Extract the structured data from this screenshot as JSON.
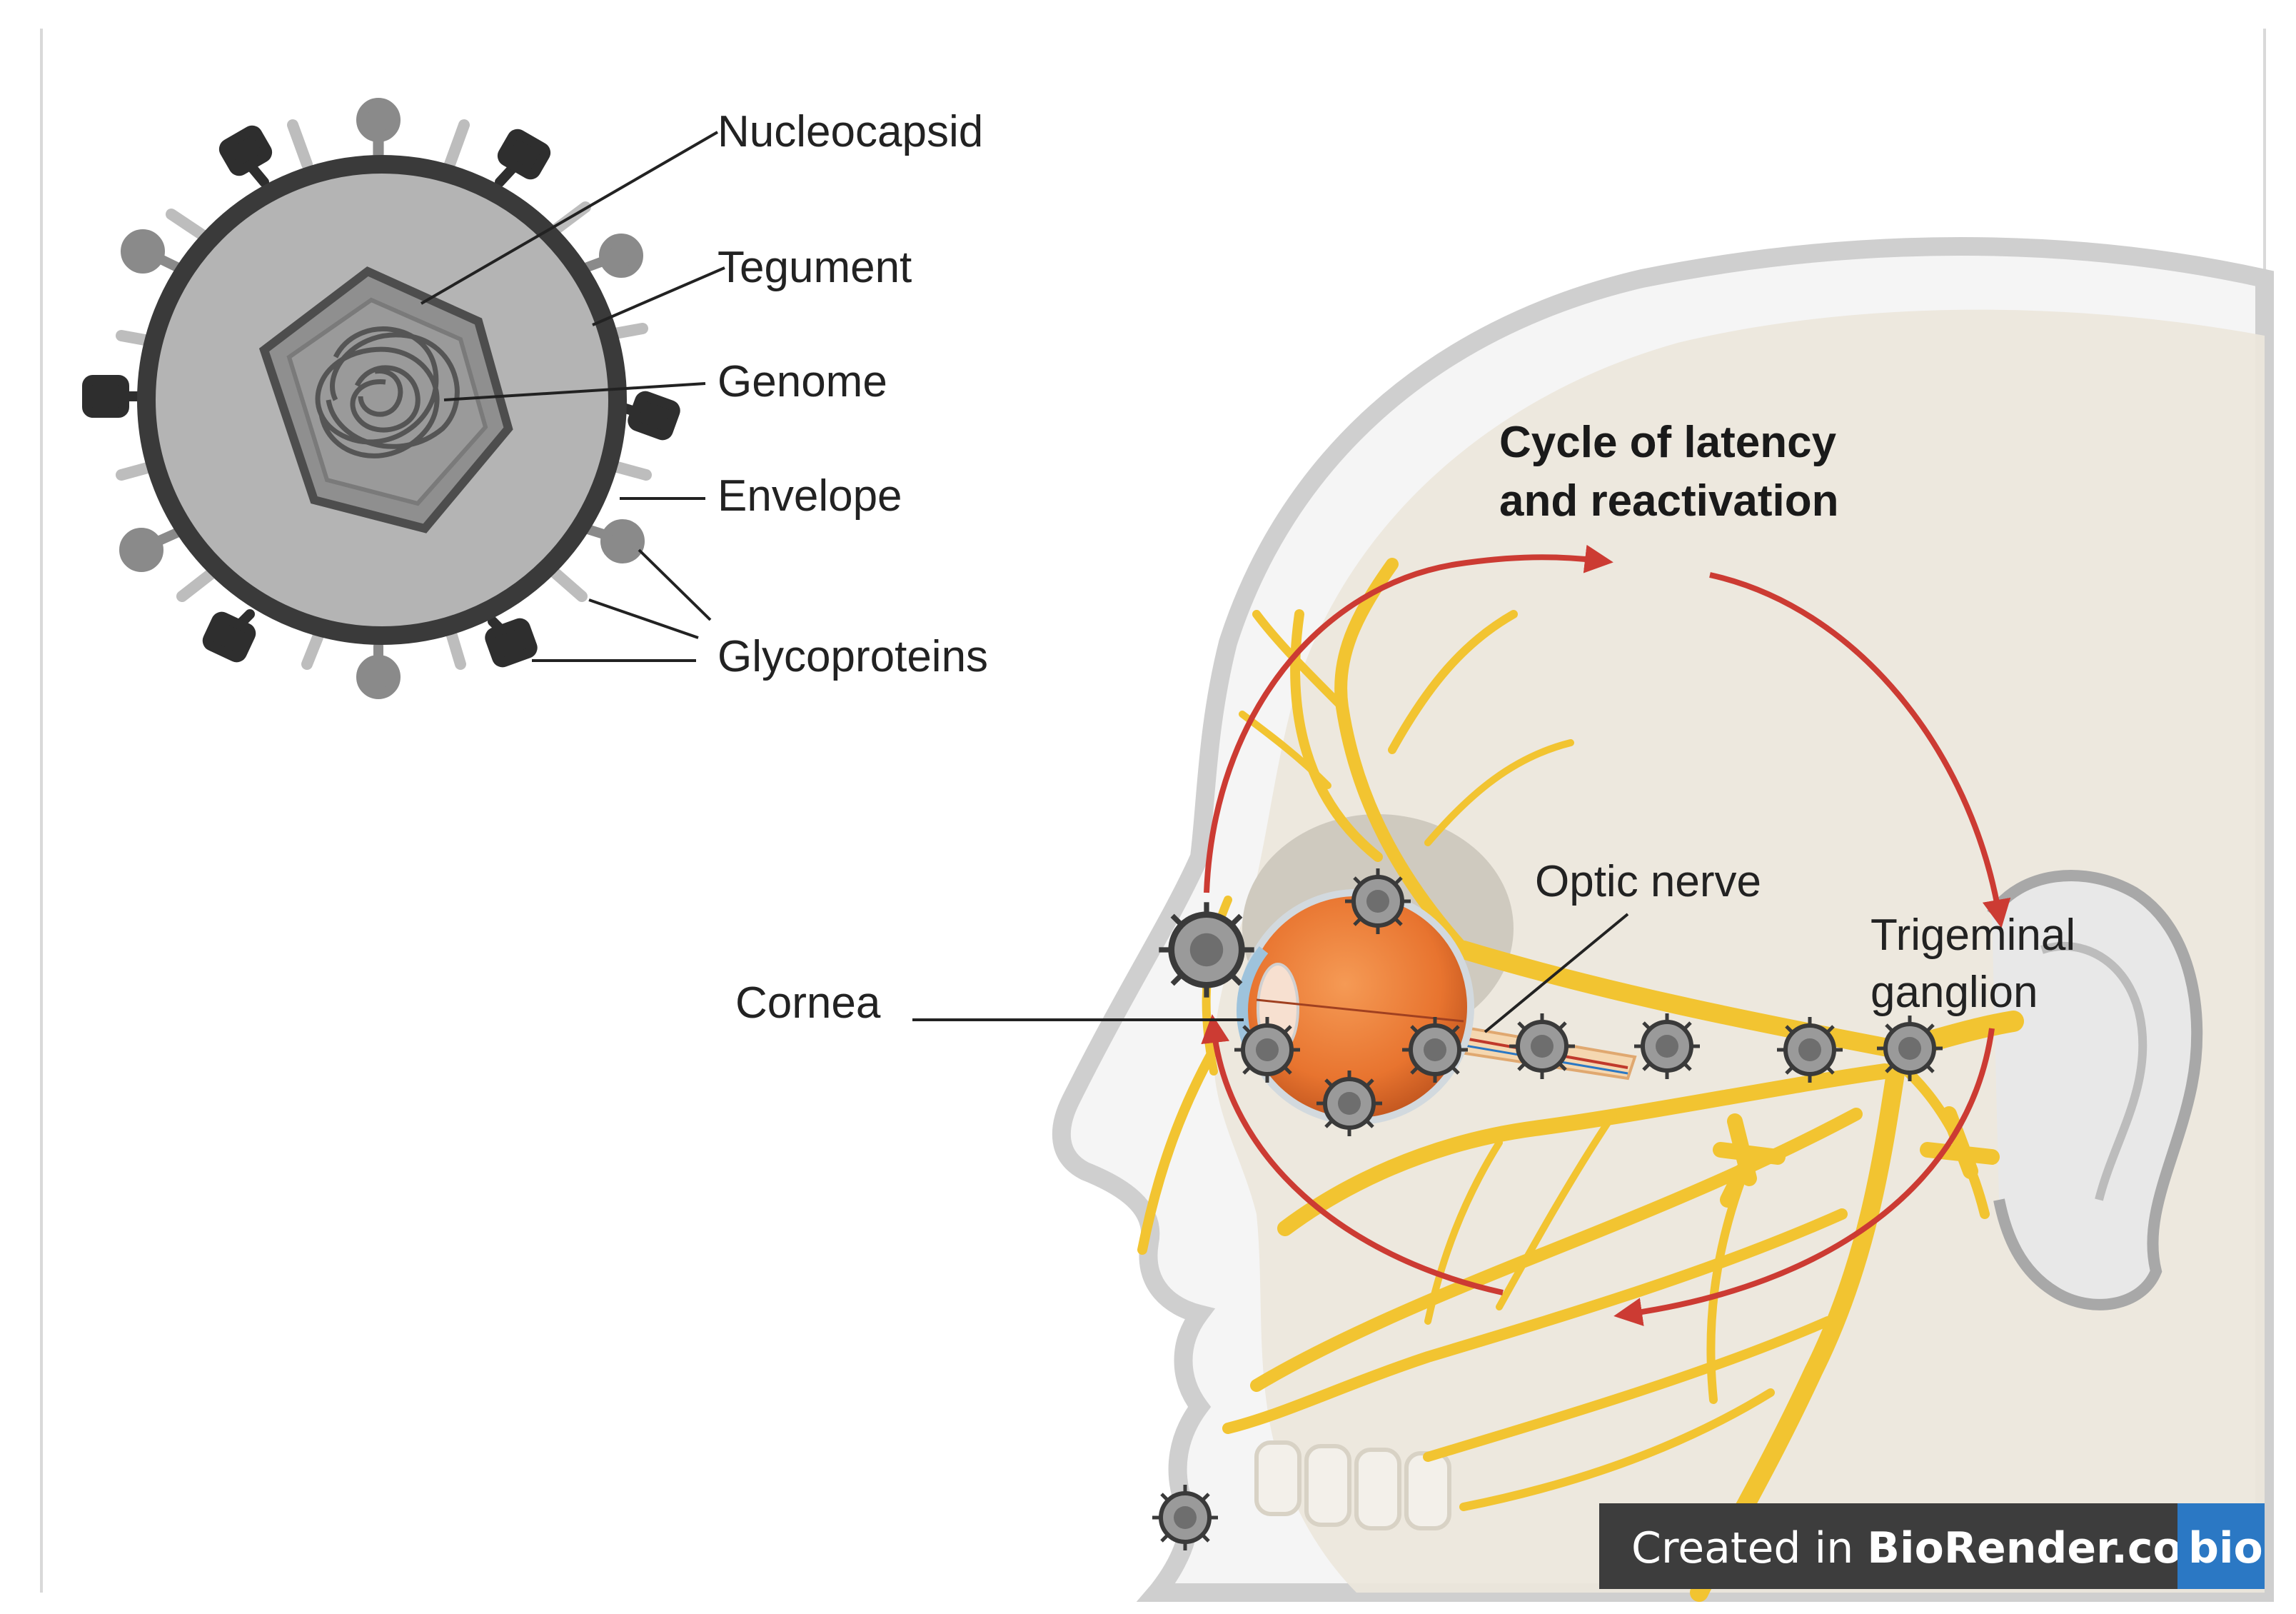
{
  "virion": {
    "labels": {
      "nucleocapsid": "Nucleocapsid",
      "tegument": "Tegument",
      "genome": "Genome",
      "envelope": "Envelope",
      "glycoproteins": "Glycoproteins"
    }
  },
  "head": {
    "cycle_title_line1": "Cycle of latency",
    "cycle_title_line2": "and reactivation",
    "optic_nerve": "Optic nerve",
    "trigeminal_line1": "Trigeminal",
    "trigeminal_line2": "ganglion",
    "cornea": "Cornea"
  },
  "watermark": {
    "prefix": "Created in ",
    "brand": "BioRender.com",
    "logo": "bio"
  },
  "colors": {
    "nerve": "#f2c431",
    "arrow": "#cc3b33",
    "capsule": "#3a3a3a",
    "virion_fill": "#b4b4b4",
    "eye": "#e8742f",
    "skull": "#ece7dc",
    "badge_bg": "#3d3d3d",
    "logo_bg": "#2b78c4"
  }
}
